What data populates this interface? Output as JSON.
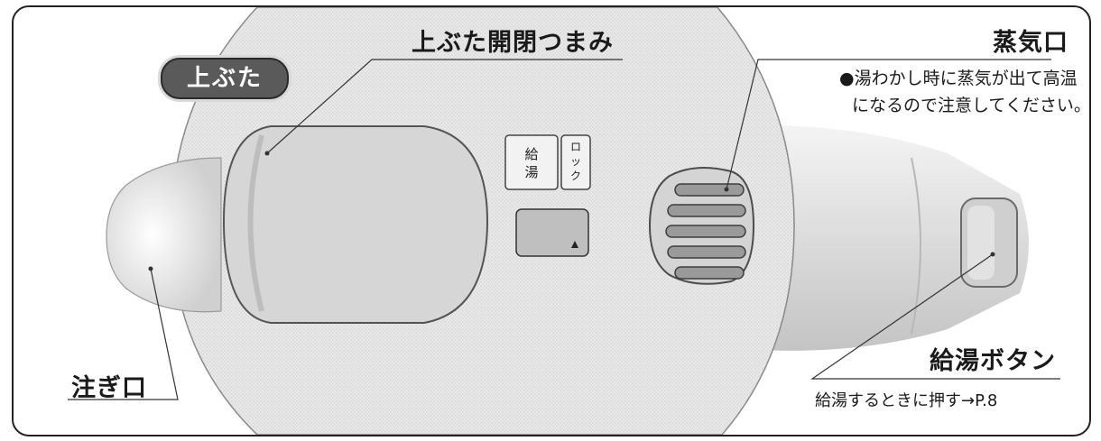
{
  "badge": "上ぶた",
  "labels": {
    "knob": "上ぶた開閉つまみ",
    "steam": "蒸気口",
    "spout": "注ぎ口",
    "button": "給湯ボタン"
  },
  "steam_note": [
    "●湯わかし時に蒸気が出て高温",
    "になるので注意してください。"
  ],
  "button_note": "給湯するときに押す→P.8",
  "panel": {
    "left_tag": "給湯",
    "right_tag": "ロック",
    "button_icon": "triangle-up-icon"
  },
  "colors": {
    "body": "#e6e6e6",
    "shade": "#c9c9c9",
    "badge": "#5a5a5a",
    "line": "#333333"
  }
}
